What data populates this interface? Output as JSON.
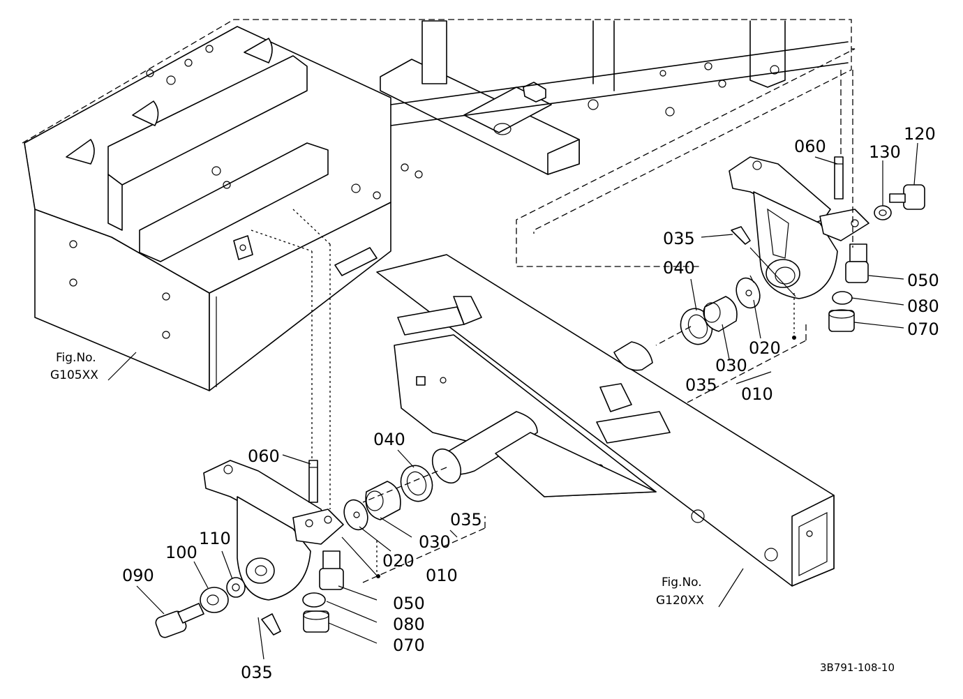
{
  "figure_refs": [
    {
      "line1": "Fig.No.",
      "line2": "G105XX"
    },
    {
      "line1": "Fig.No.",
      "line2": "G120XX"
    }
  ],
  "drawing_code": "3B791-108-10",
  "labels": {
    "upper": {
      "p060": "060",
      "p130": "130",
      "p120": "120",
      "p035": "035",
      "p040": "040",
      "p050": "050",
      "p080": "080",
      "p070": "070",
      "p020": "020",
      "p030": "030",
      "p035b": "035",
      "p010": "010"
    },
    "lower": {
      "p060": "060",
      "p040": "040",
      "p110": "110",
      "p100": "100",
      "p090": "090",
      "p035r": "035",
      "p020": "020",
      "p030": "030",
      "p010": "010",
      "p050": "050",
      "p080": "080",
      "p070": "070",
      "p035": "035"
    }
  }
}
